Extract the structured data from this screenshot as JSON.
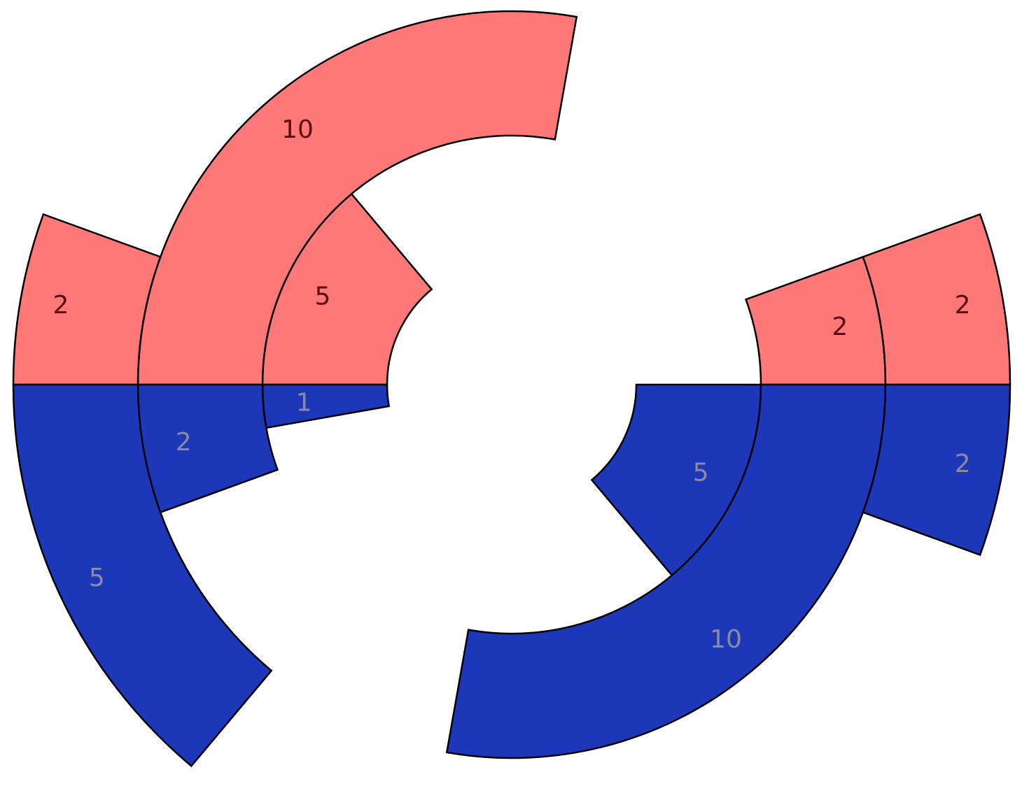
{
  "chart_data": {
    "type": "polar-bar",
    "title": "",
    "degrees_per_unit": 10,
    "ring_count": 4,
    "colors": {
      "red": "#ff7878",
      "blue": "#1c37b8",
      "red_label": "#5a0a10",
      "blue_label": "#8a8aa0"
    },
    "groups": [
      {
        "name": "left",
        "base_angle_deg": 180,
        "series": [
          {
            "name": "red",
            "direction": "up",
            "segments": [
              {
                "ring": 1,
                "value": 5,
                "label": "5"
              },
              {
                "ring": 2,
                "value": 10,
                "label": "10"
              },
              {
                "ring": 3,
                "value": 2,
                "label": "2"
              }
            ]
          },
          {
            "name": "blue",
            "direction": "down",
            "segments": [
              {
                "ring": 1,
                "value": 1,
                "label": "1"
              },
              {
                "ring": 2,
                "value": 2,
                "label": "2"
              },
              {
                "ring": 3,
                "value": 5,
                "label": "5"
              }
            ]
          }
        ]
      },
      {
        "name": "right",
        "base_angle_deg": 0,
        "series": [
          {
            "name": "red",
            "direction": "up",
            "segments": [
              {
                "ring": 2,
                "value": 2,
                "label": "2"
              },
              {
                "ring": 3,
                "value": 2,
                "label": "2"
              }
            ]
          },
          {
            "name": "blue",
            "direction": "down",
            "segments": [
              {
                "ring": 1,
                "value": 5,
                "label": "5"
              },
              {
                "ring": 2,
                "value": 10,
                "label": "10"
              },
              {
                "ring": 3,
                "value": 2,
                "label": "2"
              }
            ]
          }
        ]
      }
    ]
  }
}
